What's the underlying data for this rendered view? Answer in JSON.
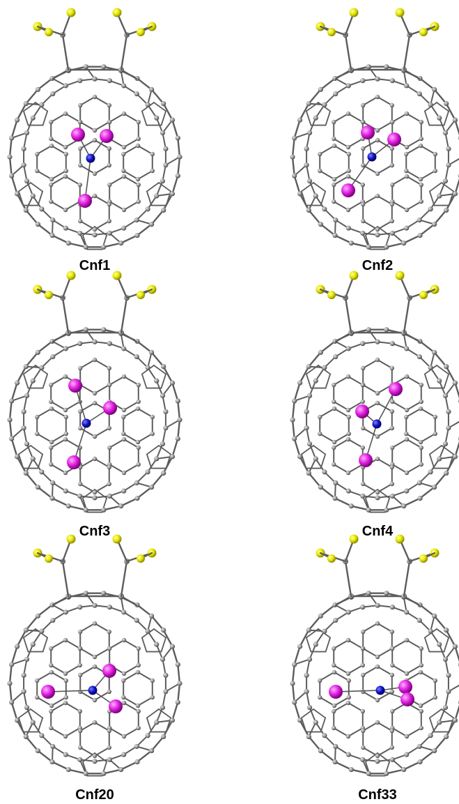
{
  "figure": {
    "panels": [
      {
        "label": "Cnf1"
      },
      {
        "label": "Cnf2"
      },
      {
        "label": "Cnf3"
      },
      {
        "label": "Cnf4"
      },
      {
        "label": "Cnf20"
      },
      {
        "label": "Cnf33"
      }
    ]
  },
  "colors": {
    "cage_bond": "#5c5c5c",
    "cage_atom": "#9a9a9a",
    "sulfur_atom": "#e6e600",
    "metal_atom": "#e020e0",
    "nitrogen_atom": "#1414c8",
    "label_text": "#000000"
  }
}
